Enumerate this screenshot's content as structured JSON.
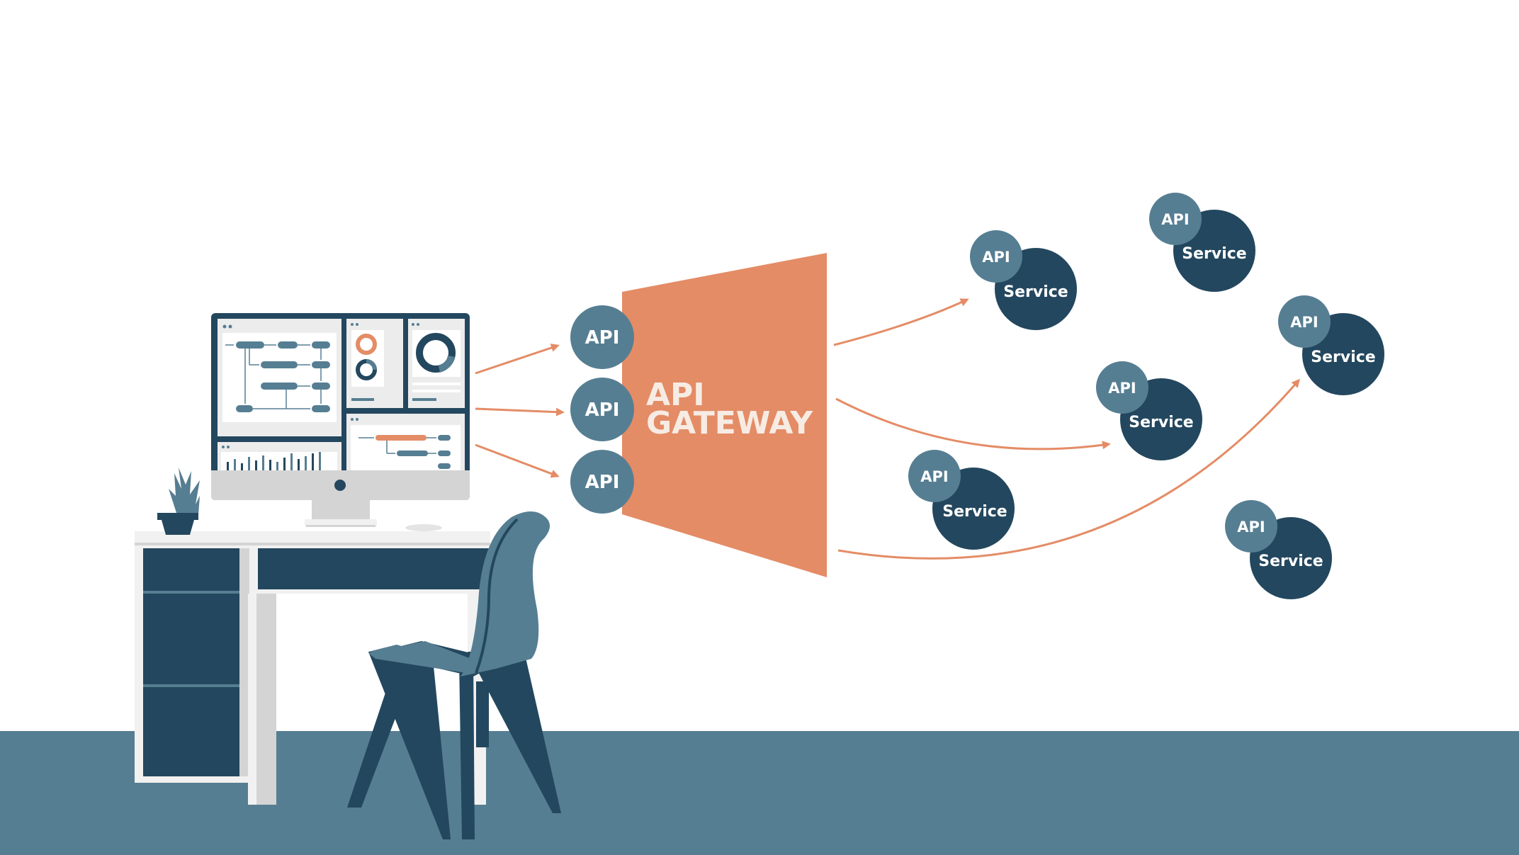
{
  "colors": {
    "orange": "#e48c66",
    "dark_blue": "#23475e",
    "mid_blue": "#567e92",
    "floor": "#567e92",
    "desk_white": "#f1f1f1",
    "desk_shadow": "#d4d4d4",
    "white": "#ffffff"
  },
  "gateway": {
    "line1": "API",
    "line2": "GATEWAY"
  },
  "client_apis": [
    {
      "label": "API"
    },
    {
      "label": "API"
    },
    {
      "label": "API"
    }
  ],
  "services": [
    {
      "api_label": "API",
      "service_label": "Service"
    },
    {
      "api_label": "API",
      "service_label": "Service"
    },
    {
      "api_label": "API",
      "service_label": "Service"
    },
    {
      "api_label": "API",
      "service_label": "Service"
    },
    {
      "api_label": "API",
      "service_label": "Service"
    },
    {
      "api_label": "API",
      "service_label": "Service"
    }
  ]
}
